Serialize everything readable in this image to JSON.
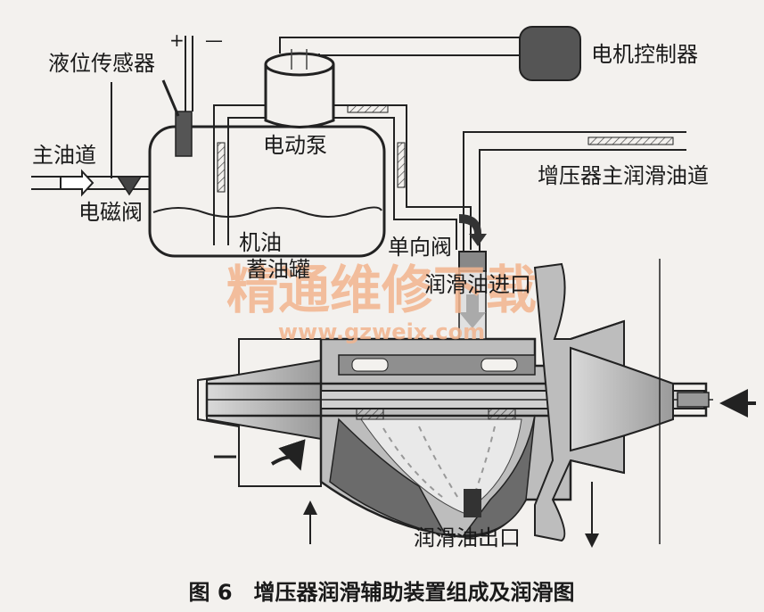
{
  "figure": {
    "caption": "图 6　增压器润滑辅助装置组成及润滑图",
    "colors": {
      "line": "#222222",
      "paper": "#f3f1ee",
      "watermark": "#f2b48e",
      "metal": "#bdbdbd",
      "dark_metal": "#6b6b6b"
    },
    "labels": {
      "level_sensor": "液位传感器",
      "plus": "+",
      "minus": "—",
      "motor_controller": "电机控制器",
      "electric_pump": "电动泵",
      "main_oil_passage": "主油道",
      "solenoid_valve": "电磁阀",
      "engine_oil": "机油",
      "oil_tank": "蓄油罐",
      "check_valve": "单向阀",
      "turbo_main_lube": "增压器主润滑油道",
      "oil_inlet": "润滑油进口",
      "oil_outlet": "润滑油出口"
    },
    "watermark": {
      "title": "精通维修下载",
      "url": "www.gzweix.com"
    }
  }
}
